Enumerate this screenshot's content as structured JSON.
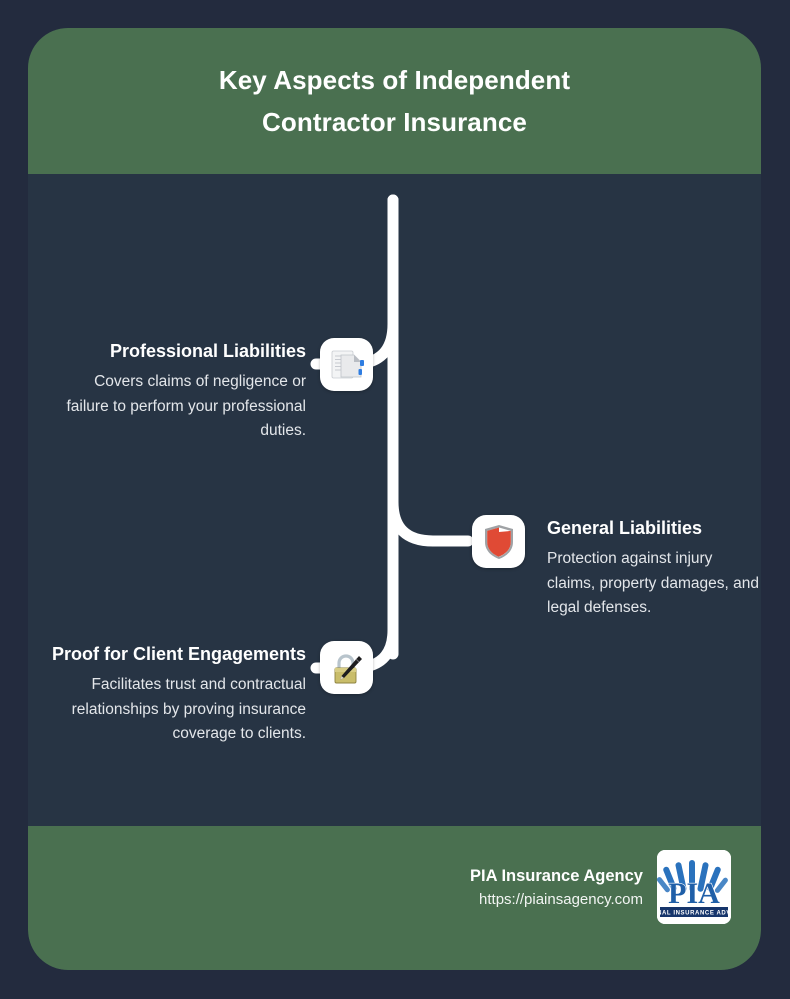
{
  "page": {
    "background_color": "#232b3e",
    "card_color": "#273444",
    "band_color": "#4a7050",
    "connector_color": "#ffffff"
  },
  "header": {
    "title": "Key Aspects of Independent Contractor Insurance",
    "title_line1": "Key Aspects of Independent",
    "title_line2": "Contractor Insurance"
  },
  "items": [
    {
      "title": "Professional Liabilities",
      "description": "Covers claims of negligence or failure to perform your professional duties.",
      "icon": "documents-icon",
      "side": "left"
    },
    {
      "title": "General Liabilities",
      "description": "Protection against injury claims, property damages, and legal defenses.",
      "icon": "shield-icon",
      "side": "right"
    },
    {
      "title": "Proof for Client Engagements",
      "description": "Facilitates trust and contractual relationships by proving insurance coverage to clients.",
      "icon": "lock-pen-icon",
      "side": "left"
    }
  ],
  "footer": {
    "brand": "PIA Insurance Agency",
    "url": "https://piainsagency.com",
    "logo": {
      "name": "pia-logo",
      "wordmark": "PIA",
      "banner_text": "NAL INSURANCE ADV"
    }
  }
}
